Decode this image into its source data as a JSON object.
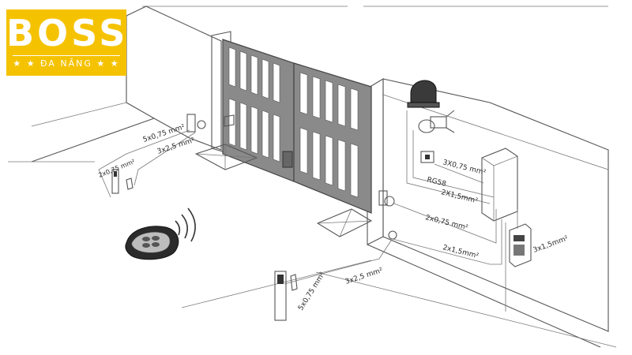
{
  "brand": {
    "name": "BOSS",
    "tagline": "★ ★ ĐA NĂNG ★ ★",
    "color": "#f5c200"
  },
  "cables": {
    "photocell_left_side": "2x0,75 mm²",
    "gate_motor_left_a": "5x0,75 mm²",
    "gate_motor_left_b": "3x2,5 mm²",
    "flash_lamp": "3X0,75 mm²",
    "antenna": "RG58",
    "motor_right": "2X1,5mm²",
    "photocell_right": "2x0,75 mm²",
    "power_feed": "2x1,5mm²",
    "supply_box": "3x1,5mm²",
    "front_post": "5x0,75 mm²",
    "front_motor": "3x2,5 mm²"
  }
}
